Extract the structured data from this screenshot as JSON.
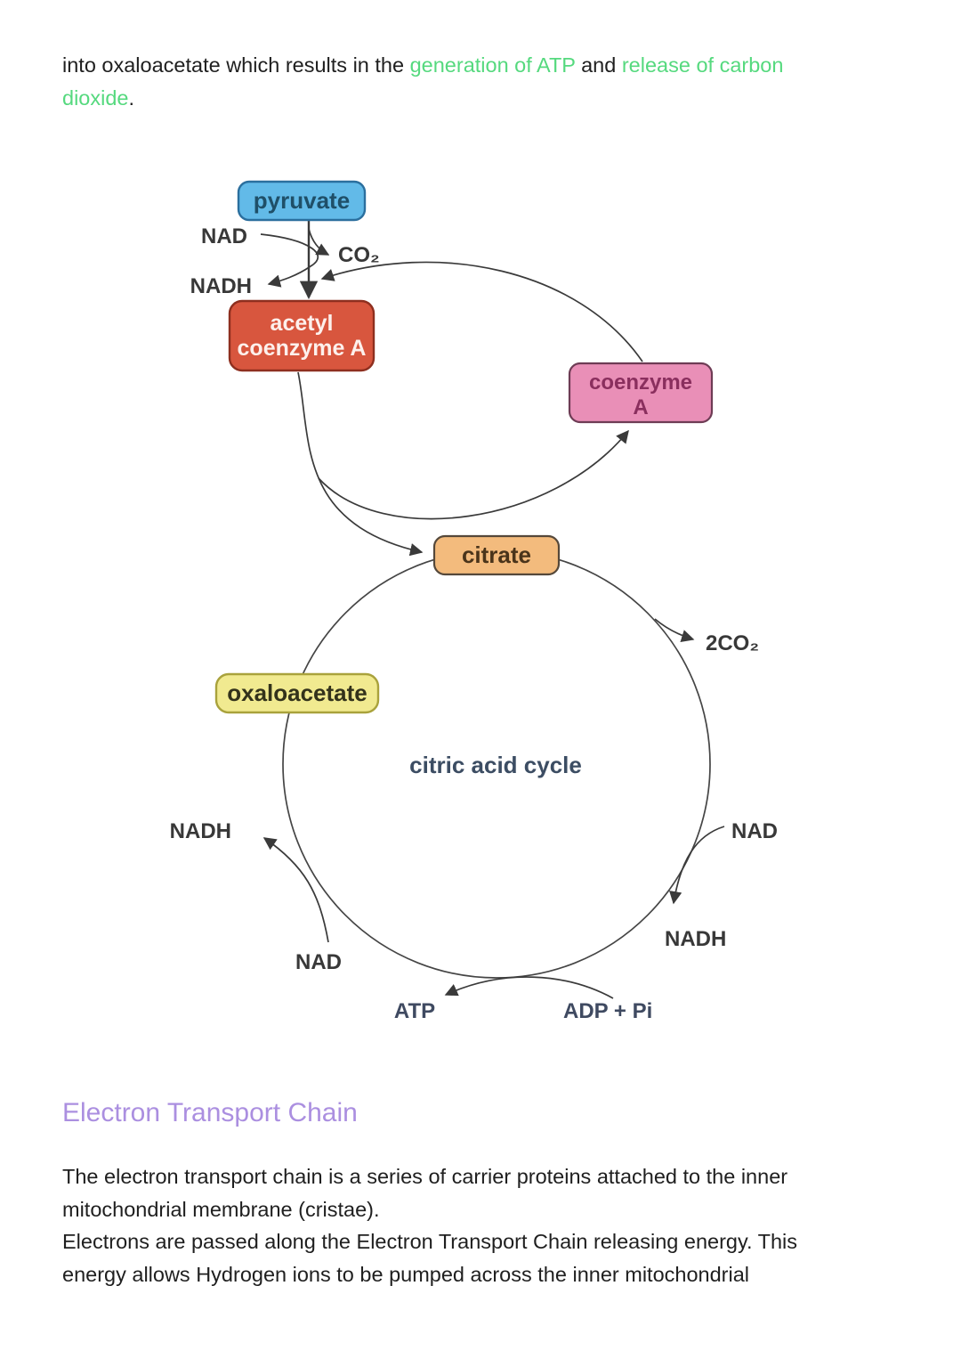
{
  "intro": {
    "line1_pre": "into oxaloacetate which results in the ",
    "line1_green1": "generation of ATP",
    "line1_mid": " and ",
    "line1_green2": "release of carbon",
    "line2_green": "dioxide",
    "line2_post": "."
  },
  "heading": "Electron Transport Chain",
  "paragraph": {
    "line1": "The electron transport chain is a series of carrier proteins attached to the inner",
    "line2": "mitochondrial membrane (cristae).",
    "line3": "Electrons are passed along the Electron Transport Chain releasing energy. This",
    "line4": "energy allows Hydrogen ions to be pumped across the inner mitochondrial"
  },
  "diagram": {
    "title": "citric acid cycle",
    "nodes": {
      "pyruvate": "pyruvate",
      "acetyl_line1": "acetyl",
      "acetyl_line2": "coenzyme A",
      "coenzyme_line1": "coenzyme",
      "coenzyme_line2": "A",
      "citrate": "citrate",
      "oxaloacetate": "oxaloacetate"
    },
    "labels": {
      "nad_top": "NAD",
      "nadh_top": "NADH",
      "co2": "CO₂",
      "two_co2": "2CO₂",
      "nad_right": "NAD",
      "nadh_right": "NADH",
      "nadh_left": "NADH",
      "nad_bottom": "NAD",
      "atp": "ATP",
      "adp_pi": "ADP + Pi"
    },
    "colors": {
      "pyruvate_fill": "#62bae8",
      "pyruvate_border": "#2b6f9e",
      "pyruvate_text": "#1f4f68",
      "acetyl_fill": "#d8563e",
      "acetyl_border": "#8e2f1f",
      "acetyl_text": "#fdf0ec",
      "coenzyme_fill": "#e98fb7",
      "coenzyme_border": "#6e3c55",
      "coenzyme_text": "#8a2f5e",
      "citrate_fill": "#f3bb7d",
      "citrate_border": "#55483a",
      "citrate_text": "#4a341a",
      "oxaloacetate_fill": "#f1ea90",
      "oxaloacetate_border": "#a9a23c",
      "oxaloacetate_text": "#33321b",
      "line_color": "#454545",
      "highlight_green": "#55d97e",
      "heading_purple": "#ab8fe0"
    }
  }
}
